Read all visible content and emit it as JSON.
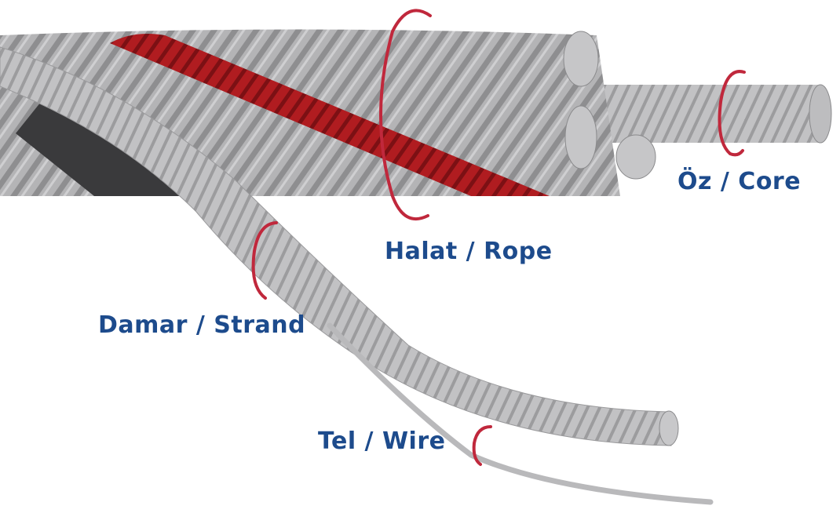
{
  "labels": {
    "core": "Öz / Core",
    "rope": "Halat / Rope",
    "strand": "Damar / Strand",
    "wire": "Tel / Wire"
  },
  "colors": {
    "label": "#1d4b8c",
    "marker": "#c0283c",
    "steel": "#a9a9ab",
    "highlight_strand": "#a3171b"
  }
}
